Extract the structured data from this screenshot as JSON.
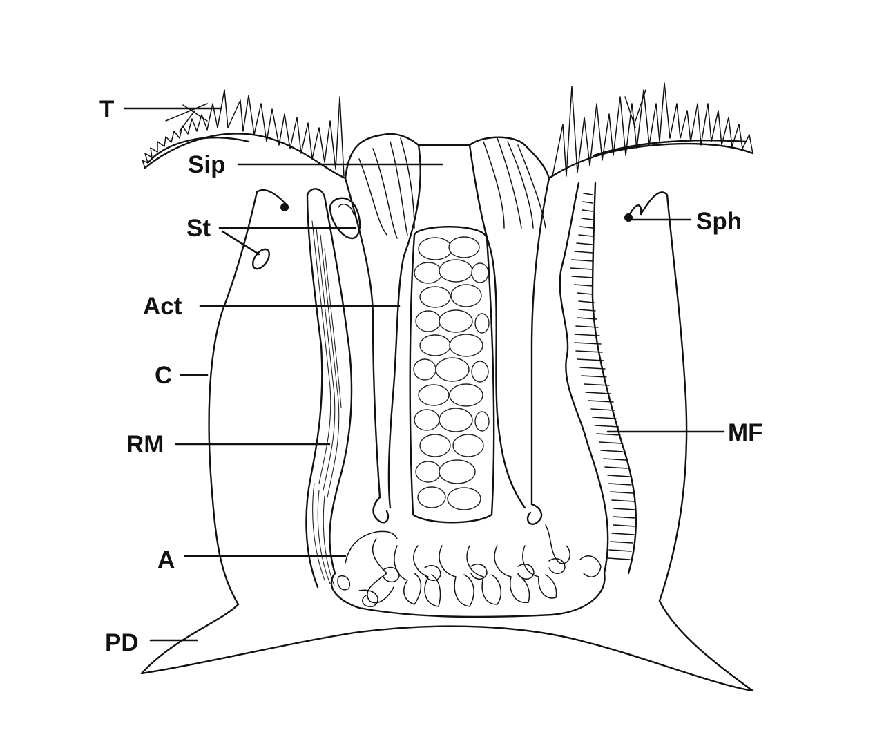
{
  "labels": {
    "T": "T",
    "Sip": "Sip",
    "St": "St",
    "Act": "Act",
    "C": "C",
    "RM": "RM",
    "A": "A",
    "PD": "PD",
    "Sph": "Sph",
    "MF": "MF"
  },
  "colors": {
    "ink": "#111111",
    "background": "#ffffff"
  }
}
